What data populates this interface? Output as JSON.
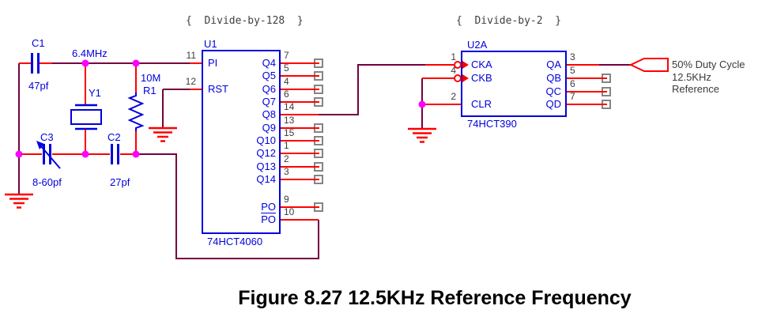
{
  "section_labels": {
    "divide_by_128": "{  Divide-by-128  }",
    "divide_by_2": "{  Divide-by-2  }"
  },
  "components": {
    "c1": {
      "ref": "C1",
      "value": "47pf"
    },
    "y1": {
      "ref": "Y1",
      "frequency": "6.4MHz"
    },
    "r1": {
      "ref": "R1",
      "value": "10M"
    },
    "c3": {
      "ref": "C3",
      "value": "8-60pf"
    },
    "c2": {
      "ref": "C2",
      "value": "27pf"
    }
  },
  "u1": {
    "ref": "U1",
    "part": "74HCT4060",
    "left_pins": [
      {
        "name": "PI",
        "number": "11"
      },
      {
        "name": "RST",
        "number": "12"
      }
    ],
    "right_pins": [
      {
        "name": "Q4",
        "number": "7"
      },
      {
        "name": "Q5",
        "number": "5"
      },
      {
        "name": "Q6",
        "number": "4"
      },
      {
        "name": "Q7",
        "number": "6"
      },
      {
        "name": "Q8",
        "number": "14"
      },
      {
        "name": "Q9",
        "number": "13"
      },
      {
        "name": "Q10",
        "number": "15"
      },
      {
        "name": "Q12",
        "number": "1"
      },
      {
        "name": "Q13",
        "number": "2"
      },
      {
        "name": "Q14",
        "number": "3"
      },
      {
        "name": "PO",
        "number": "9"
      },
      {
        "name": "PO",
        "number": "10",
        "active_low": true
      }
    ]
  },
  "u2": {
    "ref": "U2A",
    "part": "74HCT390",
    "left_pins": [
      {
        "name": "CKA",
        "number": "1"
      },
      {
        "name": "CKB",
        "number": "4"
      },
      {
        "name": "CLR",
        "number": "2"
      }
    ],
    "right_pins": [
      {
        "name": "QA",
        "number": "3"
      },
      {
        "name": "QB",
        "number": "5"
      },
      {
        "name": "QC",
        "number": "6"
      },
      {
        "name": "QD",
        "number": "7"
      }
    ]
  },
  "output_note": {
    "line1": "50% Duty Cycle",
    "line2": "12.5KHz",
    "line3": "Reference"
  },
  "caption": "Figure 8.27 12.5KHz Reference Frequency",
  "colors": {
    "wire_red": "#ff0000",
    "bus_maroon": "#740040",
    "component_blue": "#0000dd",
    "junction_magenta": "#ff00ff",
    "no_connect_gray": "#848484",
    "pin_number_gray": "#3c3c3c"
  }
}
